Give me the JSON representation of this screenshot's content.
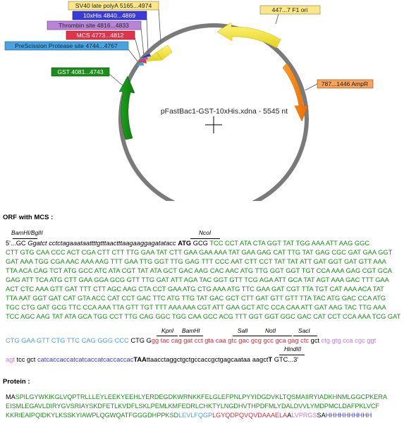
{
  "plasmid": {
    "title": "pFastBac1-GST-10xHis.xdna - 5545 nt",
    "features": [
      {
        "name": "SV40 late polyA",
        "range": "5165...4974",
        "color": "#fbe68a"
      },
      {
        "name": "10xHis",
        "range": "4840...4869",
        "color": "#3a3ad6"
      },
      {
        "name": "Thrombin site",
        "range": "4816...4833",
        "color": "#b784d8"
      },
      {
        "name": "MCS",
        "range": "4773...4812",
        "color": "#e2334a"
      },
      {
        "name": "PreScission Protease site",
        "range": "4744...4767",
        "color": "#4aa3df"
      },
      {
        "name": "GST",
        "range": "4081...4743",
        "color": "#1a8d1a"
      },
      {
        "name": "F1 ori",
        "range": "447...7",
        "color": "#fbe68a"
      },
      {
        "name": "AmpR",
        "range": "787...1446",
        "color": "#f7a35c"
      }
    ]
  },
  "orf": {
    "heading": "ORF with MCS :",
    "sites": {
      "bamhi_bglii": "BamHI/BglII",
      "ncoi": "NcoI",
      "kpni": "KpnI",
      "bamhi": "BamHI",
      "sali": "SalI",
      "noti": "NotI",
      "saci": "SacI",
      "hindiii": "HindIII"
    },
    "line1": {
      "a": "5'...GC ",
      "b": "Ggatct",
      "c": " cctctagaaataattttgtttaactttaagaaggagatatacc ",
      "d": "ATG",
      "e": " GCG ",
      "f": "TCC CCT ATA CTA GGT TAT TGG AAA ATT AAG GGC"
    },
    "green_lines": [
      "CTT GTG CAA CCC ACT CGA CTT CTT TTG GAA TAT CTT GAA GAA AAA TAT GAA GAG CAT TTG TAT GAG CGC GAT GAA GGT",
      "GAT AAA TGG CGA AAC AAA AAG TTT GAA TTG GGT TTG GAG TTT CCC AAT CTT CCT TAT TAT ATT GAT GGT GAT GTT AAA",
      "TTA ACA CAG TCT ATG GCC ATC ATA CGT TAT ATA GCT GAC AAG CAC AAC ATG TTG GGT GGT TGT CCA AAA GAG CGT GCA",
      "GAG ATT TCA ATG CTT GAA GGA GCG GTT TTG GAT ATT AGA TAC GGT GTT TCG AGA ATT GCA TAT AGT AAA GAC TTT GAA",
      "ACT CTC AAA GTT GAT TTT CTT AGC AAG CTA CCT GAA ATG CTG AAA ATG TTC GAA GAT CGT TTA TGT CAT AAA ACA TAT",
      "TTA AAT GGT GAT CAT GTA ACC CAT CCT GAC TTC ATG TTG TAT GAC GCT CTT GAT GTT GTT TTA TAC ATG GAC CCA ATG",
      "TGC CTG GAT GCG TTC CCA AAA TTA GTT TGT TTT AAA AAA CGT ATT GAA GCT ATC CCA CAA ATT GAT AAG TAC TTG AAA",
      "TCC AGC AAG TAT ATA GCA TGG CCT TTG CAG GGC TGG CAA GCC ACG TTT GGT GGT GGC GAC CAT CCT CCA AAA TCG GAT"
    ],
    "line_mcs": {
      "cyan": "CTG GAA GTT CTG TTC CAG GGG CCC",
      "ctg": " CTG G",
      "red": "gg tac cag gat cct gta caa gtc gac gcg gcc gca gag ctc",
      "gct": " gct ",
      "pink": "ctg gtg cca cgc ggt"
    },
    "line_end": {
      "pink": "agt",
      "tcc": " tcc gct ",
      "blue": "catcaccaccatcatcaccatcaccaccac",
      "stop": "TAA",
      "tail": "ttaacctaggctgctgccaccgctgagcaataa aagct",
      "t": "T",
      "end": " GTC...3'"
    }
  },
  "protein": {
    "heading": "Protein :",
    "line1": {
      "a": "MA",
      "b": "SPILGYWKIKGLVQPTRLLLEYLEEKYEEHLYERDEGDKWRNKKFELGLEFPNLPYYIDGDVKLTQSMAIIRYIADKHNMLGGCPKERA"
    },
    "line2": "EISMLEGAVLDIRYGVSRIAYSKDFETLKVDFLSKLPEMLKMFEDRLCHKTYLNGDHVTHPDFMLYDALDVVLYMDPMCLDAFPKLVCF",
    "line3": {
      "g": "KKRIEAIPQIDKYLKSSKYIAWPLQGWQATFGGGDHPPKSD",
      "c": "LEVLFQGP",
      "r": "LGYQDPQVQVDAAAELA",
      "a": "A",
      "p": "LVPRGS",
      "s": "SA",
      "b": "HHHHHHHHHH"
    }
  }
}
